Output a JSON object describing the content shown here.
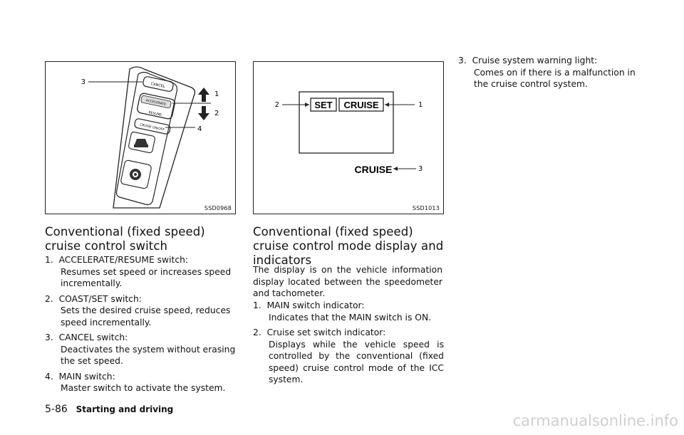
{
  "left_column": {
    "figure_code": "SSD0968",
    "callouts": [
      "3",
      "1",
      "2",
      "4"
    ],
    "switch_labels": [
      "CANCEL",
      "ACCELERATE",
      "RESUME",
      "CRUISE ON/OFF"
    ],
    "heading": "Conventional (fixed speed) cruise control switch",
    "items": [
      {
        "num": "1.",
        "title": "ACCELERATE/RESUME switch:",
        "desc": "Resumes set speed or increases speed incrementally."
      },
      {
        "num": "2.",
        "title": "COAST/SET switch:",
        "desc": "Sets the desired cruise speed, reduces speed incrementally."
      },
      {
        "num": "3.",
        "title": "CANCEL switch:",
        "desc": "Deactivates the system without erasing the set speed."
      },
      {
        "num": "4.",
        "title": "MAIN switch:",
        "desc": "Master switch to activate the system."
      }
    ]
  },
  "middle_column": {
    "figure_code": "SSD1013",
    "callouts": [
      "2",
      "1",
      "3"
    ],
    "display_set": "SET",
    "display_cruise": "CRUISE",
    "indicator_cruise": "CRUISE",
    "heading": "Conventional (fixed speed) cruise control mode display and indicators",
    "intro": "The display is on the vehicle information display located between the speedometer and tachometer.",
    "items": [
      {
        "num": "1.",
        "title": "MAIN switch indicator:",
        "desc": "Indicates that the MAIN switch is ON."
      },
      {
        "num": "2.",
        "title": "Cruise set switch indicator:",
        "desc": "Displays while the vehicle speed is controlled by the conventional (fixed speed) cruise control mode of the ICC system."
      }
    ]
  },
  "right_column": {
    "items": [
      {
        "num": "3.",
        "title": "Cruise system warning light:",
        "desc": "Comes on if there is a malfunction in the cruise control system."
      }
    ]
  },
  "footer": {
    "page_number": "5-86",
    "section": "Starting and driving",
    "watermark": "carmanualsonline.info"
  }
}
